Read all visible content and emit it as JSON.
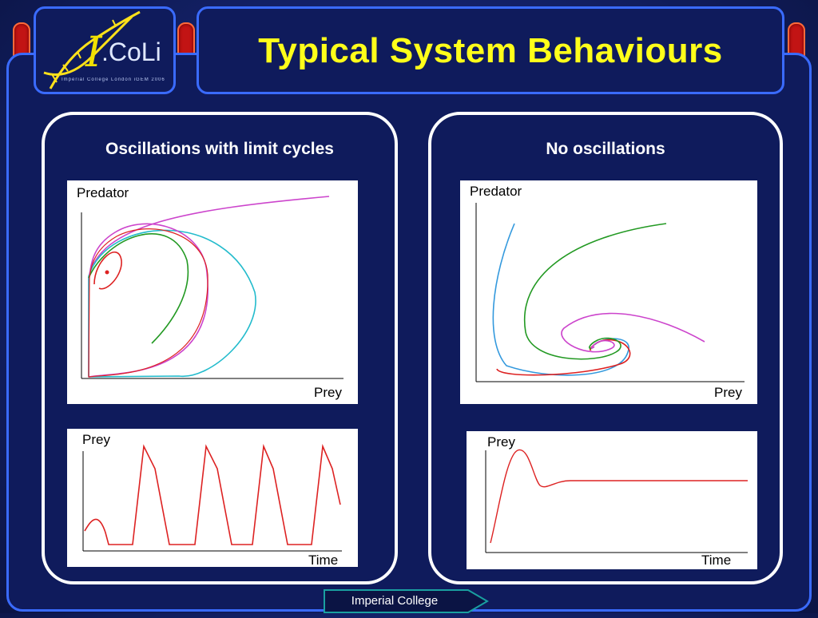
{
  "header": {
    "title": "Typical System Behaviours",
    "logo_text": ".CoLi",
    "logo_subtext": "Imperial College London iGEM 2006"
  },
  "left_panel": {
    "heading": "Oscillations with limit cycles",
    "phase_plot": {
      "y_label": "Predator",
      "x_label": "Prey"
    },
    "time_plot": {
      "y_label": "Prey",
      "x_label": "Time"
    }
  },
  "right_panel": {
    "heading": "No oscillations",
    "phase_plot": {
      "y_label": "Predator",
      "x_label": "Prey"
    },
    "time_plot": {
      "y_label": "Prey",
      "x_label": "Time"
    }
  },
  "footer": {
    "label": "Imperial College"
  },
  "colors": {
    "title": "#ffff1a",
    "frame_border": "#3a6bff",
    "pill": "#c21414",
    "magenta": "#cc44cc",
    "cyan": "#22bbcc",
    "green": "#229922",
    "red": "#dd2222",
    "blue": "#3399dd"
  }
}
